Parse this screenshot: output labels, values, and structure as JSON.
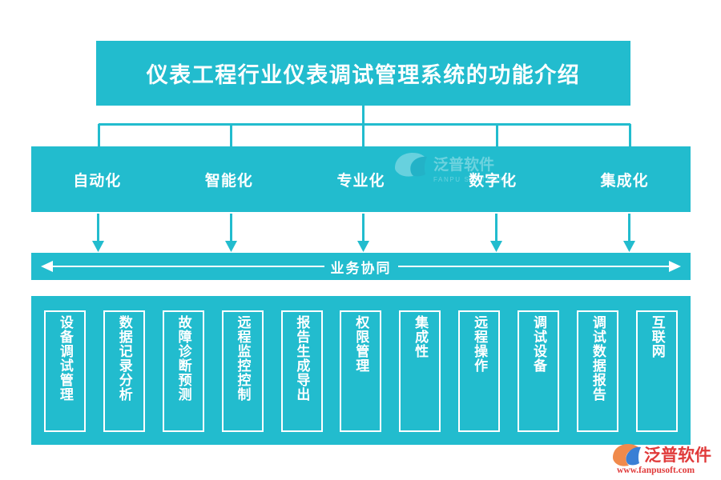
{
  "theme": {
    "accent": "#22bcce",
    "text_on_accent": "#ffffff",
    "background": "#ffffff",
    "logo_orange": "#f08a4b",
    "logo_red": "#e03a3a",
    "logo_blue": "#3a7fd5"
  },
  "header": {
    "title": "仪表工程行业仪表调试管理系统的功能介绍"
  },
  "categories": {
    "items": [
      {
        "label": "自动化"
      },
      {
        "label": "智能化"
      },
      {
        "label": "专业化"
      },
      {
        "label": "数字化"
      },
      {
        "label": "集成化"
      }
    ]
  },
  "synergy": {
    "label": "业务协同"
  },
  "features": {
    "items": [
      {
        "label": "设备调试管理"
      },
      {
        "label": "数据记录分析"
      },
      {
        "label": "故障诊断预测"
      },
      {
        "label": "远程监控控制"
      },
      {
        "label": "报告生成导出"
      },
      {
        "label": "权限管理"
      },
      {
        "label": "集成性"
      },
      {
        "label": "远程操作"
      },
      {
        "label": "调试设备"
      },
      {
        "label": "调试数据报告"
      },
      {
        "label": "互联网"
      }
    ]
  },
  "watermark": {
    "brand_cn": "泛普软件",
    "brand_en": "FANPU SOFTWARE"
  },
  "logo": {
    "brand_cn": "泛普软件",
    "url": "www.fanpusoft.com"
  },
  "icons": {
    "band_watermark": "fanpu-logo-watermark-icon",
    "corner_logo": "fanpu-logo-icon",
    "down_arrow": "arrow-down-icon",
    "double_arrow": "double-headed-arrow-icon",
    "tree_connector": "tree-connector-icon"
  }
}
